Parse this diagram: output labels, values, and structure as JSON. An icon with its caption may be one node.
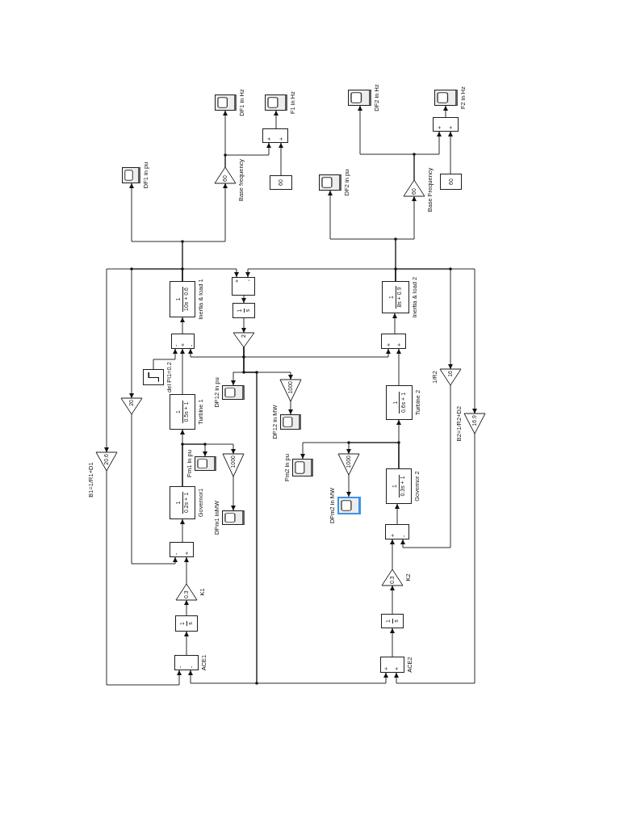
{
  "diagram": {
    "nodes": [
      {
        "text": [],
        "shape": "box",
        "beside": [
          "DF1 in Hz"
        ]
      },
      {
        "text": [],
        "shape": "box",
        "beside": [
          "F1 in Hz"
        ]
      },
      {
        "text": [],
        "shape": "box",
        "beside": [
          "DF2 in Hz"
        ]
      },
      {
        "text": [],
        "shape": "box",
        "beside": [
          "F2 in Hz"
        ]
      },
      {
        "text": [
          "+",
          "+"
        ]
      },
      {
        "text": [
          "+",
          "+"
        ]
      },
      {
        "text": [],
        "shape": "box",
        "beside": [
          "DF1 in pu"
        ]
      },
      {
        "text": [
          "60"
        ],
        "beside": [
          "Base frequency"
        ]
      },
      {
        "text": [
          "60"
        ]
      },
      {
        "text": [],
        "shape": "box",
        "beside": [
          "DF2 in pu"
        ]
      },
      {
        "text": [
          "60"
        ],
        "beside": [
          "Base Frequency"
        ]
      },
      {
        "text": [
          "60"
        ]
      },
      {
        "text": [
          "+",
          "-"
        ]
      },
      {
        "text": [
          "1",
          "10s + 0.6"
        ],
        "beside": [
          "Inertia & load 1"
        ]
      },
      {
        "text": [
          "1",
          "8s + 0.9"
        ],
        "beside": [
          "Inertia & load 2"
        ]
      },
      {
        "text": [
          "1",
          "s"
        ]
      },
      {
        "text": [
          "-",
          "+",
          "-"
        ]
      },
      {
        "text": [
          "+",
          "+"
        ]
      },
      {
        "text": [
          "2"
        ]
      },
      {
        "text": [],
        "shape": "box",
        "beside": [
          "del Pl1=0.2"
        ]
      },
      {
        "text": [
          "16"
        ],
        "beside": [
          "1/R2"
        ]
      },
      {
        "text": [],
        "shape": "box",
        "beside": [
          "DP12 in pu"
        ]
      },
      {
        "text": [
          "1000"
        ]
      },
      {
        "text": [
          "1",
          "0.5s + 1"
        ],
        "beside": [
          "Turbine 1"
        ]
      },
      {
        "text": [
          "1",
          "0.6s + 1"
        ],
        "beside": [
          "Turbine 2"
        ]
      },
      {
        "text": [
          "20"
        ]
      },
      {
        "text": [
          "16.9"
        ],
        "beside": [
          "B2=1/R2+D2"
        ]
      },
      {
        "text": [],
        "shape": "box",
        "beside": [
          "DP12 in MW"
        ]
      },
      {
        "text": [
          "20.6"
        ],
        "beside": [
          "B1=1/R1+D1"
        ]
      },
      {
        "text": [],
        "shape": "box",
        "beside": [
          "Pm1 in pu"
        ]
      },
      {
        "text": [
          "1000"
        ]
      },
      {
        "text": [
          "1000"
        ]
      },
      {
        "text": [],
        "shape": "box",
        "beside": [
          "Pm2 in pu"
        ]
      },
      {
        "text": [
          "1",
          "0.2s + 1"
        ],
        "beside": [
          "Governor1"
        ]
      },
      {
        "text": [
          "1",
          "0.3s + 1"
        ],
        "beside": [
          "Governor 2"
        ]
      },
      {
        "text": [],
        "shape": "box",
        "beside": [
          "DPm1 inMW"
        ]
      },
      {
        "text": [],
        "shape": "box",
        "beside": [
          "DPm2 in MW"
        ]
      },
      {
        "text": [
          "-",
          "+"
        ]
      },
      {
        "text": [
          "+",
          "-"
        ]
      },
      {
        "text": [
          "0.3"
        ],
        "beside": [
          "K1"
        ]
      },
      {
        "text": [
          "0.3"
        ],
        "beside": [
          "K2"
        ]
      },
      {
        "text": [
          "1",
          "s"
        ]
      },
      {
        "text": [
          "1",
          "s"
        ]
      },
      {
        "text": [
          "-",
          "-"
        ],
        "beside": [
          "ACE1"
        ]
      },
      {
        "text": [
          "+",
          "+"
        ],
        "beside": [
          "ACE2"
        ]
      }
    ],
    "edges": [
      {
        "from": 13,
        "to": 12,
        "arrow": "to"
      },
      {
        "from": 13,
        "to": 25,
        "arrow": "to"
      },
      {
        "from": 13,
        "to": 28,
        "arrow": "to"
      },
      {
        "from": 13,
        "to": 6,
        "arrow": "to"
      },
      {
        "from": 13,
        "to": 7,
        "arrow": "to"
      },
      {
        "from": 7,
        "to": 0,
        "arrow": "to"
      },
      {
        "from": 7,
        "to": 4,
        "arrow": "to"
      },
      {
        "from": 8,
        "to": 4,
        "arrow": "to"
      },
      {
        "from": 4,
        "to": 1,
        "arrow": "to"
      },
      {
        "from": 14,
        "to": 12,
        "arrow": "to"
      },
      {
        "from": 14,
        "to": 20,
        "arrow": "to"
      },
      {
        "from": 14,
        "to": 26,
        "arrow": "to"
      },
      {
        "from": 14,
        "to": 9,
        "arrow": "to"
      },
      {
        "from": 14,
        "to": 10,
        "arrow": "to"
      },
      {
        "from": 10,
        "to": 2,
        "arrow": "to"
      },
      {
        "from": 10,
        "to": 5,
        "arrow": "to"
      },
      {
        "from": 11,
        "to": 5,
        "arrow": "to"
      },
      {
        "from": 5,
        "to": 3,
        "arrow": "to"
      },
      {
        "from": 12,
        "to": 15,
        "arrow": "to"
      },
      {
        "from": 15,
        "to": 18,
        "arrow": "to"
      },
      {
        "from": 18,
        "to": 16,
        "arrow": "to"
      },
      {
        "from": 18,
        "to": 17,
        "arrow": "to"
      },
      {
        "from": 18,
        "to": 21,
        "arrow": "to"
      },
      {
        "from": 18,
        "to": 22,
        "arrow": "to"
      },
      {
        "from": 18,
        "to": 43,
        "arrow": "to"
      },
      {
        "from": 18,
        "to": 44,
        "arrow": "to"
      },
      {
        "from": 22,
        "to": 27,
        "arrow": "to"
      },
      {
        "from": 16,
        "to": 13,
        "arrow": "to"
      },
      {
        "from": 19,
        "to": 16,
        "arrow": "to"
      },
      {
        "from": 23,
        "to": 16,
        "arrow": "to"
      },
      {
        "from": 33,
        "to": 23,
        "arrow": "to"
      },
      {
        "from": 33,
        "to": 29,
        "arrow": "to"
      },
      {
        "from": 33,
        "to": 30,
        "arrow": "to"
      },
      {
        "from": 30,
        "to": 35,
        "arrow": "to"
      },
      {
        "from": 37,
        "to": 33,
        "arrow": "to"
      },
      {
        "from": 25,
        "to": 37,
        "arrow": "to"
      },
      {
        "from": 39,
        "to": 37,
        "arrow": "to"
      },
      {
        "from": 41,
        "to": 39,
        "arrow": "to"
      },
      {
        "from": 43,
        "to": 41,
        "arrow": "to"
      },
      {
        "from": 28,
        "to": 43,
        "arrow": "to"
      },
      {
        "from": 17,
        "to": 14,
        "arrow": "to"
      },
      {
        "from": 24,
        "to": 17,
        "arrow": "to"
      },
      {
        "from": 34,
        "to": 24,
        "arrow": "to"
      },
      {
        "from": 34,
        "to": 32,
        "arrow": "to"
      },
      {
        "from": 34,
        "to": 31,
        "arrow": "to"
      },
      {
        "from": 31,
        "to": 36,
        "arrow": "to"
      },
      {
        "from": 38,
        "to": 34,
        "arrow": "to"
      },
      {
        "from": 20,
        "to": 38,
        "arrow": "to"
      },
      {
        "from": 40,
        "to": 38,
        "arrow": "to"
      },
      {
        "from": 42,
        "to": 40,
        "arrow": "to"
      },
      {
        "from": 44,
        "to": 42,
        "arrow": "to"
      },
      {
        "from": 26,
        "to": 44,
        "arrow": "to"
      }
    ]
  }
}
